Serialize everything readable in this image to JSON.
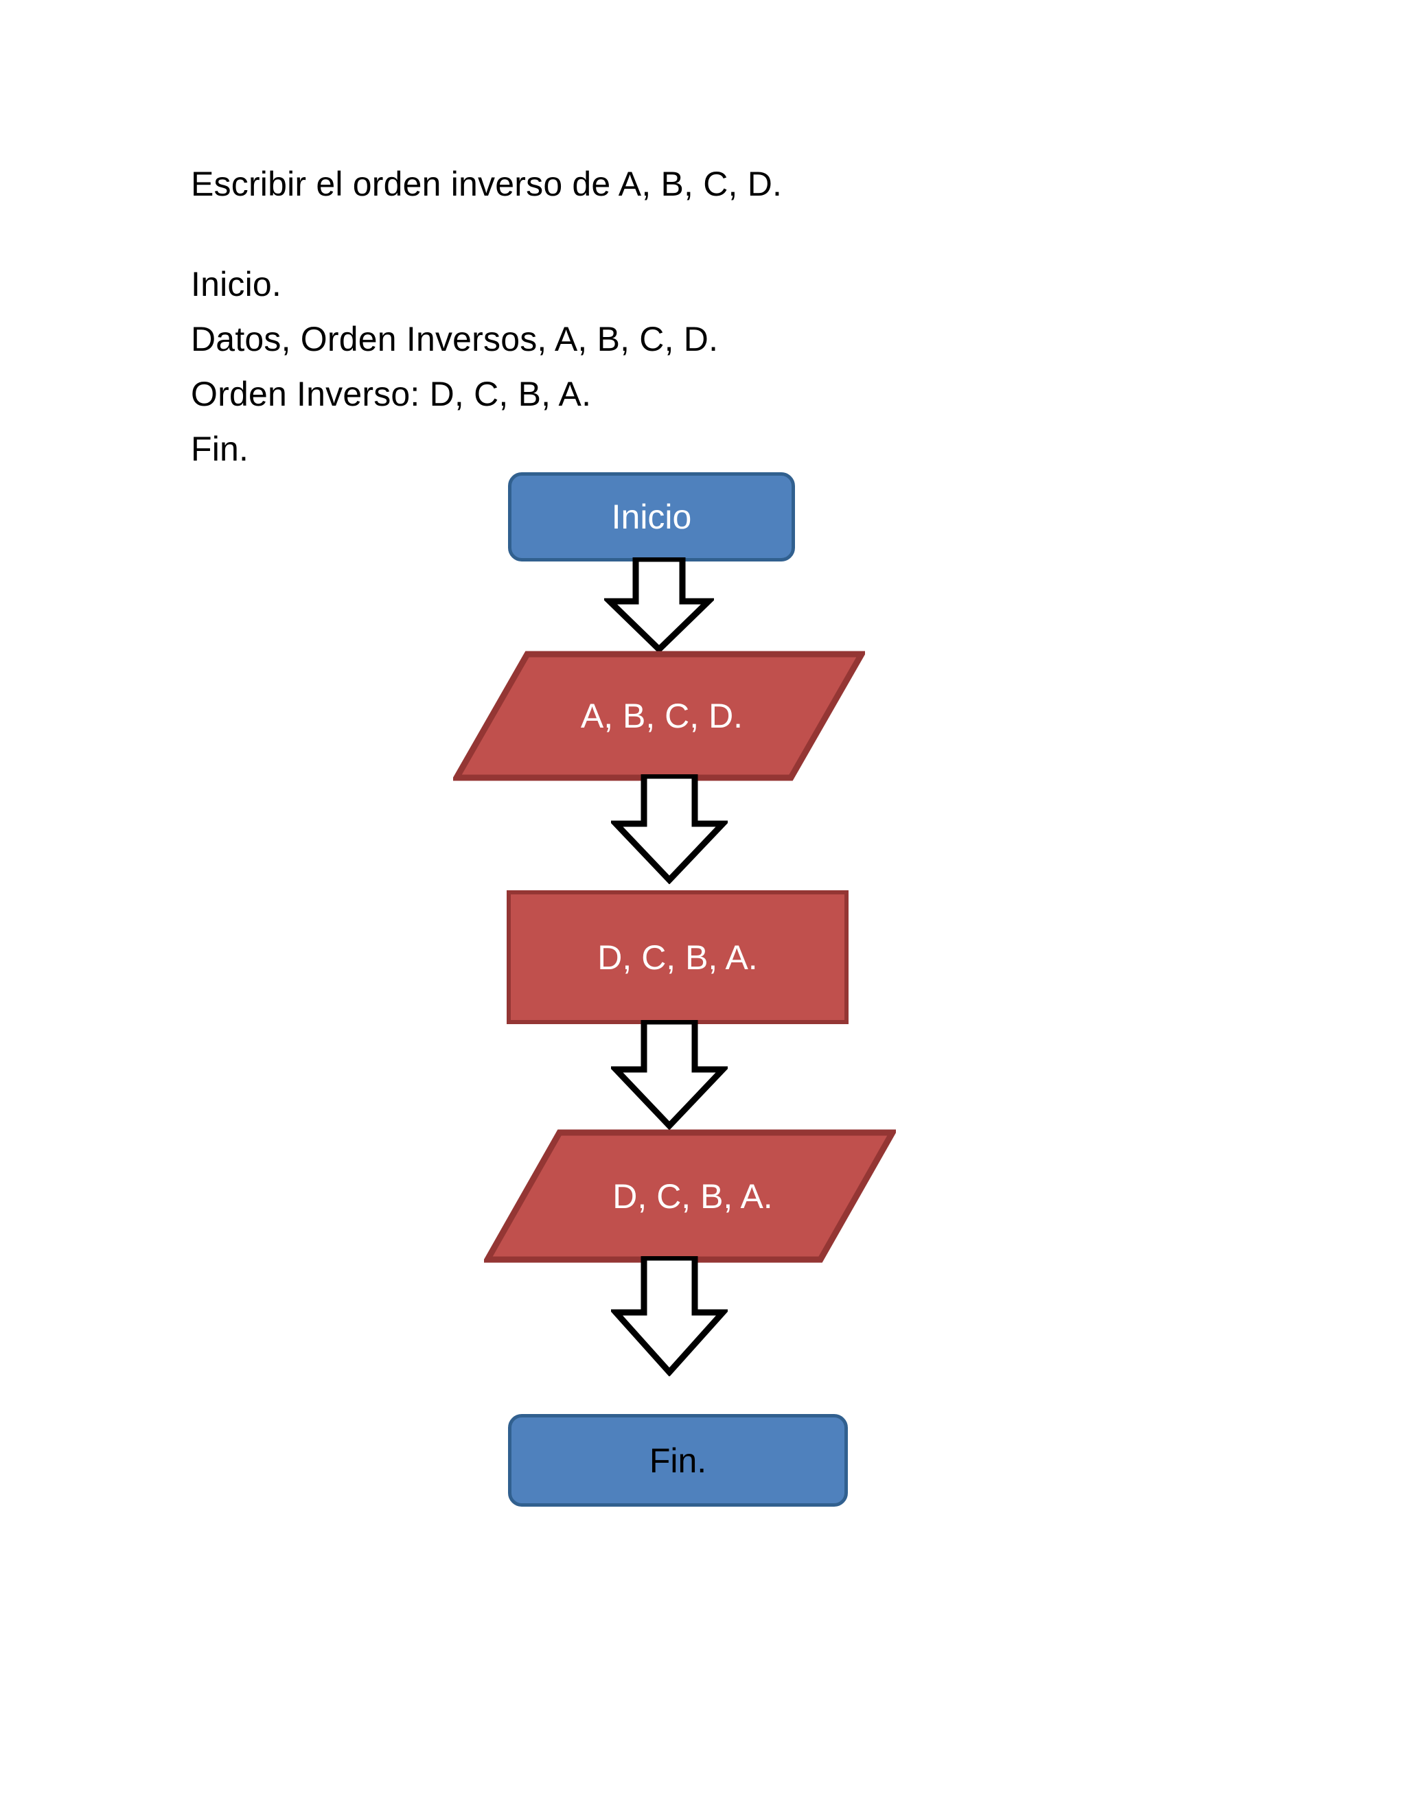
{
  "document": {
    "title_line": "Escribir el orden inverso de A, B, C, D.",
    "pseudocode": [
      "Inicio.",
      "Datos, Orden Inversos, A, B, C, D.",
      "Orden Inverso: D, C, B, A.",
      "Fin."
    ]
  },
  "flowchart": {
    "colors": {
      "terminator_fill": "#4F81BD",
      "terminator_border": "#31608F",
      "process_fill": "#C0504D",
      "process_border": "#943634",
      "arrow_fill": "#FFFFFF",
      "arrow_stroke": "#000000",
      "text_on_blue": "#FFFFFF",
      "text_on_red": "#FFFFFF",
      "text_dark": "#000000"
    },
    "nodes": [
      {
        "id": "start",
        "shape": "terminator",
        "label": "Inicio",
        "text_color": "white"
      },
      {
        "id": "input",
        "shape": "parallelogram",
        "label": "A, B, C, D.",
        "text_color": "white"
      },
      {
        "id": "process",
        "shape": "rectangle",
        "label": "D, C, B, A.",
        "text_color": "white"
      },
      {
        "id": "output",
        "shape": "parallelogram",
        "label": "D, C, B, A.",
        "text_color": "white"
      },
      {
        "id": "end",
        "shape": "terminator",
        "label": "Fin.",
        "text_color": "black"
      }
    ],
    "connectors": [
      {
        "from": "start",
        "to": "input"
      },
      {
        "from": "input",
        "to": "process"
      },
      {
        "from": "process",
        "to": "output"
      },
      {
        "from": "output",
        "to": "end"
      }
    ]
  }
}
